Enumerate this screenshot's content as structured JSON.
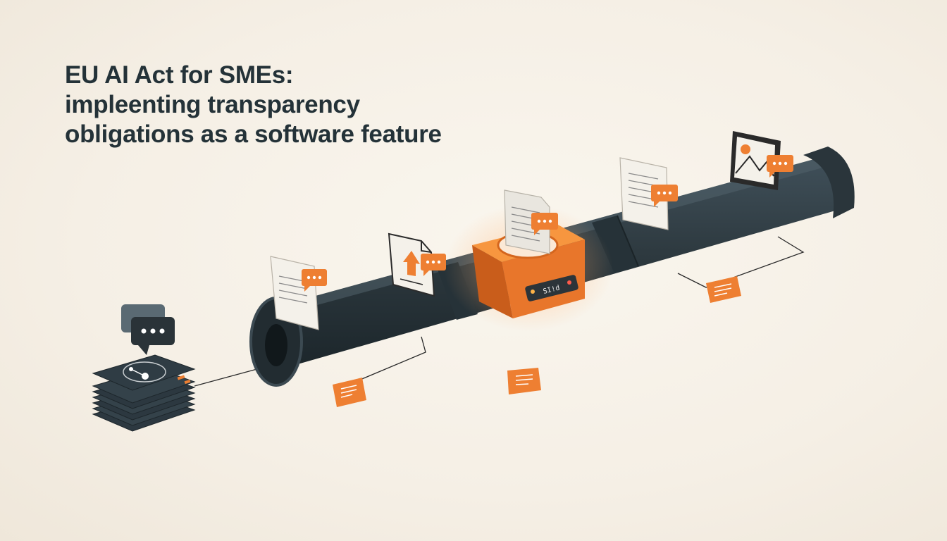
{
  "title": {
    "line1": "EU AI Act for SMEs:",
    "line2": "impleenting transparency",
    "line3": "obligations as a software feature"
  },
  "module": {
    "display_text": "SI!d"
  },
  "colors": {
    "background": "#f6f1e8",
    "pipe": "#2e3a40",
    "accent": "#ee7f32",
    "text": "#243238",
    "paper": "#f4f1ea"
  },
  "icons": [
    "stack-icon",
    "chat-bubble-icon",
    "document-icon",
    "upload-document-icon",
    "image-icon",
    "label-tag-icon"
  ]
}
